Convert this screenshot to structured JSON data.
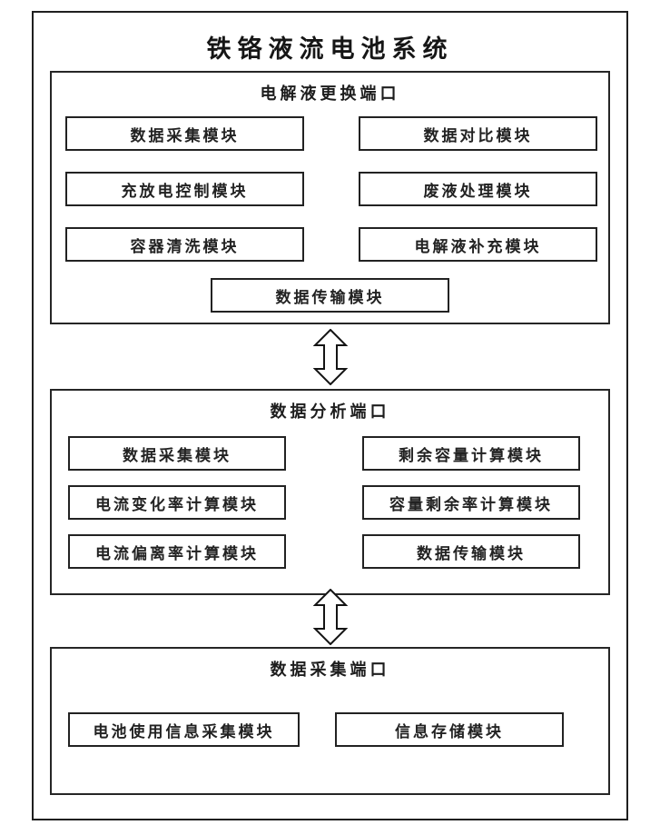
{
  "title": "铁铬液流电池系统",
  "sections": [
    {
      "header": "电解液更换端口",
      "modules": [
        "数据采集模块",
        "数据对比模块",
        "充放电控制模块",
        "废液处理模块",
        "容器清洗模块",
        "电解液补充模块"
      ],
      "footer_module": "数据传输模块"
    },
    {
      "header": "数据分析端口",
      "modules": [
        "数据采集模块",
        "剩余容量计算模块",
        "电流变化率计算模块",
        "容量剩余率计算模块",
        "电流偏离率计算模块",
        "数据传输模块"
      ]
    },
    {
      "header": "数据采集端口",
      "modules": [
        "电池使用信息采集模块",
        "信息存储模块"
      ]
    }
  ],
  "icons": {
    "connector": "double-vertical-arrow"
  },
  "colors": {
    "ink": "#1b1b1b",
    "background": "#ffffff"
  }
}
